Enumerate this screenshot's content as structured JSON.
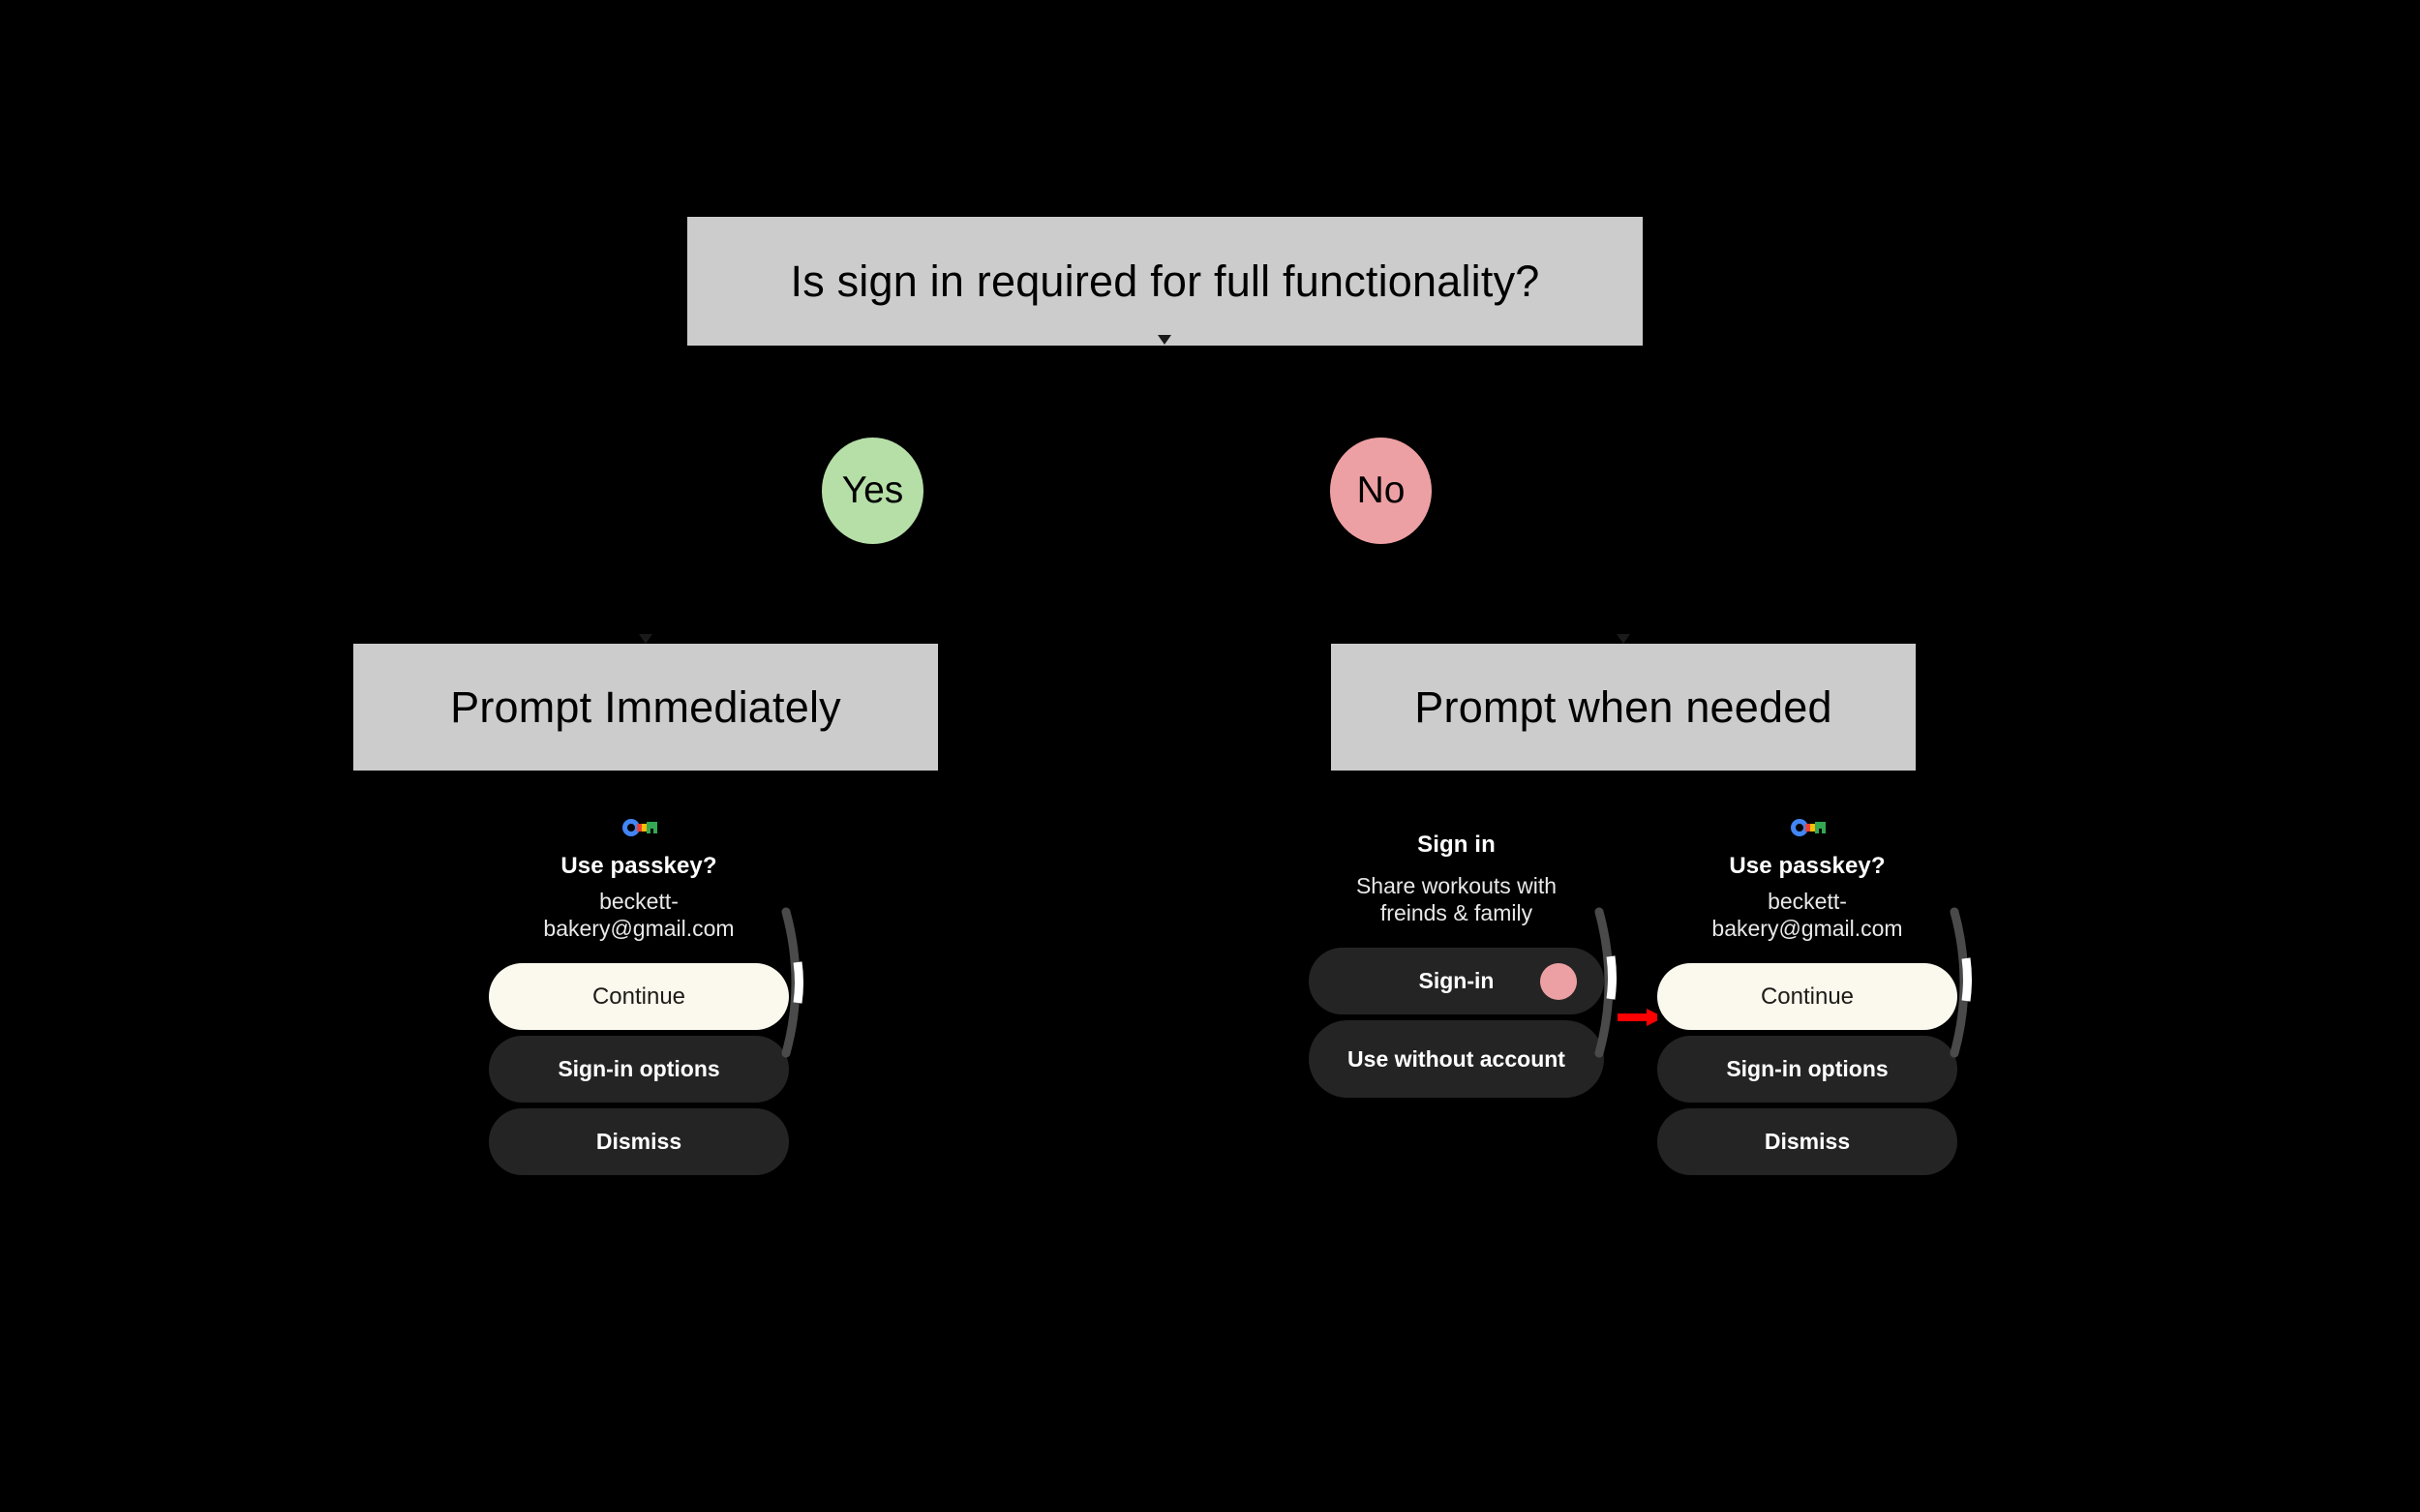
{
  "background_color": "#000000",
  "flowchart": {
    "question": {
      "label": "Is sign in required for full functionality?",
      "fill": "#cccccc",
      "text_color": "#000000"
    },
    "branches": [
      {
        "decision_label": "Yes",
        "decision_fill": "#b6dfa8",
        "outcome_label": "Prompt Immediately",
        "outcome_fill": "#cccccc"
      },
      {
        "decision_label": "No",
        "decision_fill": "#eda0a3",
        "outcome_label": "Prompt when needed",
        "outcome_fill": "#cccccc"
      }
    ]
  },
  "mockups": [
    {
      "id": "passkey-left",
      "icon": "google-passkey-icon",
      "title": "Use passkey?",
      "subtitle": "beckett-bakery@gmail.com",
      "buttons": [
        {
          "label": "Continue",
          "style": "light"
        },
        {
          "label": "Sign-in options",
          "style": "dark"
        },
        {
          "label": "Dismiss",
          "style": "dark"
        }
      ],
      "scroll_indicator": true
    },
    {
      "id": "signin-middle",
      "title": "Sign in",
      "subtitle": "Share workouts with freinds & family",
      "buttons": [
        {
          "label": "Sign-in",
          "style": "dark",
          "has_tap_dot": true
        },
        {
          "label": "Use without account",
          "style": "dark"
        }
      ],
      "scroll_indicator": true
    },
    {
      "id": "passkey-right",
      "icon": "google-passkey-icon",
      "title": "Use passkey?",
      "subtitle": "beckett-bakery@gmail.com",
      "buttons": [
        {
          "label": "Continue",
          "style": "light"
        },
        {
          "label": "Sign-in options",
          "style": "dark"
        },
        {
          "label": "Dismiss",
          "style": "dark"
        }
      ],
      "scroll_indicator": true
    }
  ],
  "annotation": {
    "arrow_color": "#ff0000",
    "tap_dot_color": "#eda0a3"
  },
  "palette": {
    "box_gray": "#cccccc",
    "pill_dark": "#252424",
    "pill_light": "#fbf8ed",
    "text_white": "#ffffff",
    "green": "#b6dfa8",
    "pink": "#eda0a3",
    "google_blue": "#4285f4",
    "google_red": "#ea4335",
    "google_yellow": "#fbbc05",
    "google_green": "#34a853"
  }
}
